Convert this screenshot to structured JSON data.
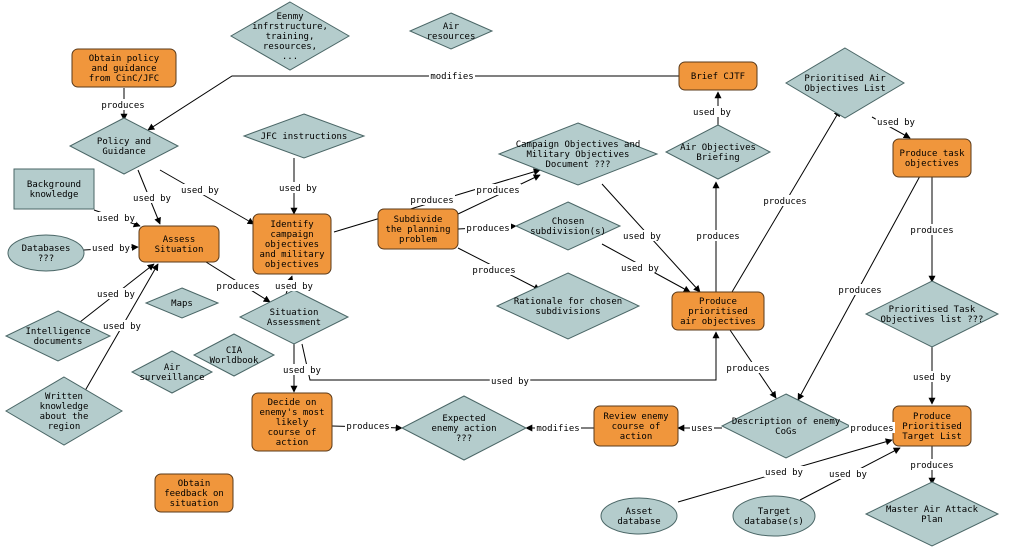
{
  "colors": {
    "activity_fill": "#f0963c",
    "activity_stroke": "#5a3a1a",
    "artifact_fill": "#b4cccc",
    "artifact_stroke": "#4a6666",
    "edge": "#000000",
    "background": "#ffffff"
  },
  "nodes": [
    {
      "id": "obtain_policy",
      "shape": "rect",
      "lines": [
        "Obtain policy",
        "and guidance",
        "from CinC/JFC"
      ]
    },
    {
      "id": "enemy_infra",
      "shape": "diamond",
      "lines": [
        "Eenmy",
        "infrstructure,",
        "training,",
        "resources,",
        "..."
      ]
    },
    {
      "id": "air_resources",
      "shape": "diamond",
      "lines": [
        "Air",
        "resources"
      ]
    },
    {
      "id": "brief_cjtf",
      "shape": "rect",
      "lines": [
        "Brief CJTF"
      ]
    },
    {
      "id": "prio_air_obj_list",
      "shape": "diamond",
      "lines": [
        "Prioritised Air",
        "Objectives List"
      ]
    },
    {
      "id": "policy_guidance",
      "shape": "diamond",
      "lines": [
        "Policy and",
        "Guidance"
      ]
    },
    {
      "id": "jfc_instructions",
      "shape": "diamond",
      "lines": [
        "JFC instructions"
      ]
    },
    {
      "id": "campaign_doc",
      "shape": "diamond",
      "lines": [
        "Campaign Objectives and",
        "Military Objectives",
        "Document ???"
      ]
    },
    {
      "id": "air_obj_briefing",
      "shape": "diamond",
      "lines": [
        "Air Objectives",
        "Briefing"
      ]
    },
    {
      "id": "produce_task_obj",
      "shape": "rect",
      "lines": [
        "Produce task",
        "objectives"
      ]
    },
    {
      "id": "background_knowledge",
      "shape": "box",
      "lines": [
        "Background",
        "knowledge"
      ]
    },
    {
      "id": "assess_situation",
      "shape": "rect",
      "lines": [
        "Assess",
        "Situation"
      ]
    },
    {
      "id": "identify_campaign",
      "shape": "rect",
      "lines": [
        "Identify",
        "campaign",
        "objectives",
        "and military",
        "objectives"
      ]
    },
    {
      "id": "subdivide",
      "shape": "rect",
      "lines": [
        "Subdivide",
        "the planning",
        "problem"
      ]
    },
    {
      "id": "chosen_subdiv",
      "shape": "diamond",
      "lines": [
        "Chosen",
        "subdivision(s)"
      ]
    },
    {
      "id": "databases",
      "shape": "ellipse",
      "lines": [
        "Databases",
        "???"
      ]
    },
    {
      "id": "rationale",
      "shape": "diamond",
      "lines": [
        "Rationale for chosen",
        "subdivisions"
      ]
    },
    {
      "id": "maps",
      "shape": "diamond",
      "lines": [
        "Maps"
      ]
    },
    {
      "id": "situation_assessment",
      "shape": "diamond",
      "lines": [
        "Situation",
        "Assessment"
      ]
    },
    {
      "id": "produce_prio_air",
      "shape": "rect",
      "lines": [
        "Produce",
        "prioritised",
        "air objectives"
      ]
    },
    {
      "id": "prio_task_list",
      "shape": "diamond",
      "lines": [
        "Prioritised Task",
        "Objectives list ???"
      ]
    },
    {
      "id": "intelligence_docs",
      "shape": "diamond",
      "lines": [
        "Intelligence",
        "documents"
      ]
    },
    {
      "id": "cia_worldbook",
      "shape": "diamond",
      "lines": [
        "CIA",
        "Worldbook"
      ]
    },
    {
      "id": "air_surveillance",
      "shape": "diamond",
      "lines": [
        "Air",
        "surveillance"
      ]
    },
    {
      "id": "written_knowledge",
      "shape": "diamond",
      "lines": [
        "Written",
        "knowledge",
        "about the",
        "region"
      ]
    },
    {
      "id": "decide_enemy",
      "shape": "rect",
      "lines": [
        "Decide on",
        "enemy's most",
        "likely",
        "course of",
        "action"
      ]
    },
    {
      "id": "expected_enemy",
      "shape": "diamond",
      "lines": [
        "Expected",
        "enemy action",
        "???"
      ]
    },
    {
      "id": "review_enemy",
      "shape": "rect",
      "lines": [
        "Review enemy",
        "course of",
        "action"
      ]
    },
    {
      "id": "description_cogs",
      "shape": "diamond",
      "lines": [
        "Description of enemy",
        "CoGs"
      ]
    },
    {
      "id": "produce_prio_target",
      "shape": "rect",
      "lines": [
        "Produce",
        "Prioritised",
        "Target List"
      ]
    },
    {
      "id": "obtain_feedback",
      "shape": "rect",
      "lines": [
        "Obtain",
        "feedback on",
        "situation"
      ]
    },
    {
      "id": "asset_db",
      "shape": "ellipse",
      "lines": [
        "Asset",
        "database"
      ]
    },
    {
      "id": "target_db",
      "shape": "ellipse",
      "lines": [
        "Target",
        "database(s)"
      ]
    },
    {
      "id": "master_plan",
      "shape": "diamond",
      "lines": [
        "Master Air Attack",
        "Plan"
      ]
    }
  ],
  "edges": [
    {
      "from": "obtain_policy",
      "to": "policy_guidance",
      "label": "produces"
    },
    {
      "from": "brief_cjtf",
      "to": "policy_guidance",
      "label": "modifies"
    },
    {
      "from": "policy_guidance",
      "to": "assess_situation",
      "label": "used by"
    },
    {
      "from": "policy_guidance",
      "to": "identify_campaign",
      "label": "used by"
    },
    {
      "from": "background_knowledge",
      "to": "assess_situation",
      "label": "used by"
    },
    {
      "from": "databases",
      "to": "assess_situation",
      "label": "used by"
    },
    {
      "from": "intelligence_docs",
      "to": "assess_situation",
      "label": "used by"
    },
    {
      "from": "written_knowledge",
      "to": "assess_situation",
      "label": "used by"
    },
    {
      "from": "jfc_instructions",
      "to": "identify_campaign",
      "label": "used by"
    },
    {
      "from": "assess_situation",
      "to": "situation_assessment",
      "label": "produces"
    },
    {
      "from": "situation_assessment",
      "to": "identify_campaign",
      "label": "used by"
    },
    {
      "from": "identify_campaign",
      "to": "campaign_doc",
      "label": "produces"
    },
    {
      "from": "subdivide",
      "to": "campaign_doc",
      "label": "produces"
    },
    {
      "from": "subdivide",
      "to": "chosen_subdiv",
      "label": "produces"
    },
    {
      "from": "subdivide",
      "to": "rationale",
      "label": "produces"
    },
    {
      "from": "campaign_doc",
      "to": "produce_prio_air",
      "label": "used by"
    },
    {
      "from": "chosen_subdiv",
      "to": "produce_prio_air",
      "label": "used by"
    },
    {
      "from": "situation_assessment",
      "to": "produce_prio_air",
      "label": "used by"
    },
    {
      "from": "situation_assessment",
      "to": "decide_enemy",
      "label": "used by"
    },
    {
      "from": "produce_prio_air",
      "to": "air_obj_briefing",
      "label": "produces"
    },
    {
      "from": "air_obj_briefing",
      "to": "brief_cjtf",
      "label": "used by"
    },
    {
      "from": "produce_prio_air",
      "to": "prio_air_obj_list",
      "label": "produces"
    },
    {
      "from": "prio_air_obj_list",
      "to": "produce_task_obj",
      "label": "used by"
    },
    {
      "from": "produce_prio_air",
      "to": "description_cogs",
      "label": "produces"
    },
    {
      "from": "produce_task_obj",
      "to": "description_cogs",
      "label": "produces"
    },
    {
      "from": "produce_task_obj",
      "to": "prio_task_list",
      "label": "produces"
    },
    {
      "from": "prio_task_list",
      "to": "produce_prio_target",
      "label": "used by"
    },
    {
      "from": "decide_enemy",
      "to": "expected_enemy",
      "label": "produces"
    },
    {
      "from": "review_enemy",
      "to": "expected_enemy",
      "label": "modifies"
    },
    {
      "from": "description_cogs",
      "to": "review_enemy",
      "label": "uses"
    },
    {
      "from": "description_cogs",
      "to": "produce_prio_target",
      "label": "produces"
    },
    {
      "from": "asset_db",
      "to": "produce_prio_target",
      "label": "used by"
    },
    {
      "from": "target_db",
      "to": "produce_prio_target",
      "label": "used by"
    },
    {
      "from": "produce_prio_target",
      "to": "master_plan",
      "label": "produces"
    }
  ]
}
